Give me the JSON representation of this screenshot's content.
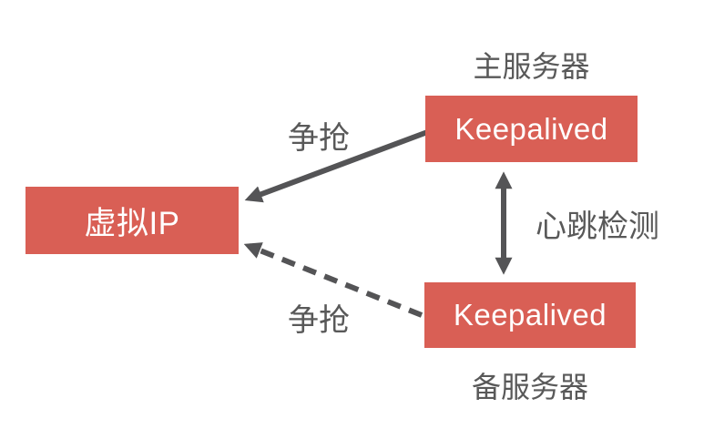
{
  "nodes": {
    "virtual_ip": {
      "label": "虚拟IP"
    },
    "primary": {
      "label": "Keepalived",
      "caption": "主服务器"
    },
    "backup": {
      "label": "Keepalived",
      "caption": "备服务器"
    }
  },
  "edges": {
    "primary_to_vip": {
      "label": "争抢",
      "style": "solid"
    },
    "backup_to_vip": {
      "label": "争抢",
      "style": "dashed"
    },
    "heartbeat": {
      "label": "心跳检测",
      "style": "double-headed"
    }
  },
  "colors": {
    "node_fill": "#D95F55",
    "node_text": "#FFFFFF",
    "arrow": "#555555",
    "label_text": "#595959",
    "background": "#FFFFFF"
  }
}
